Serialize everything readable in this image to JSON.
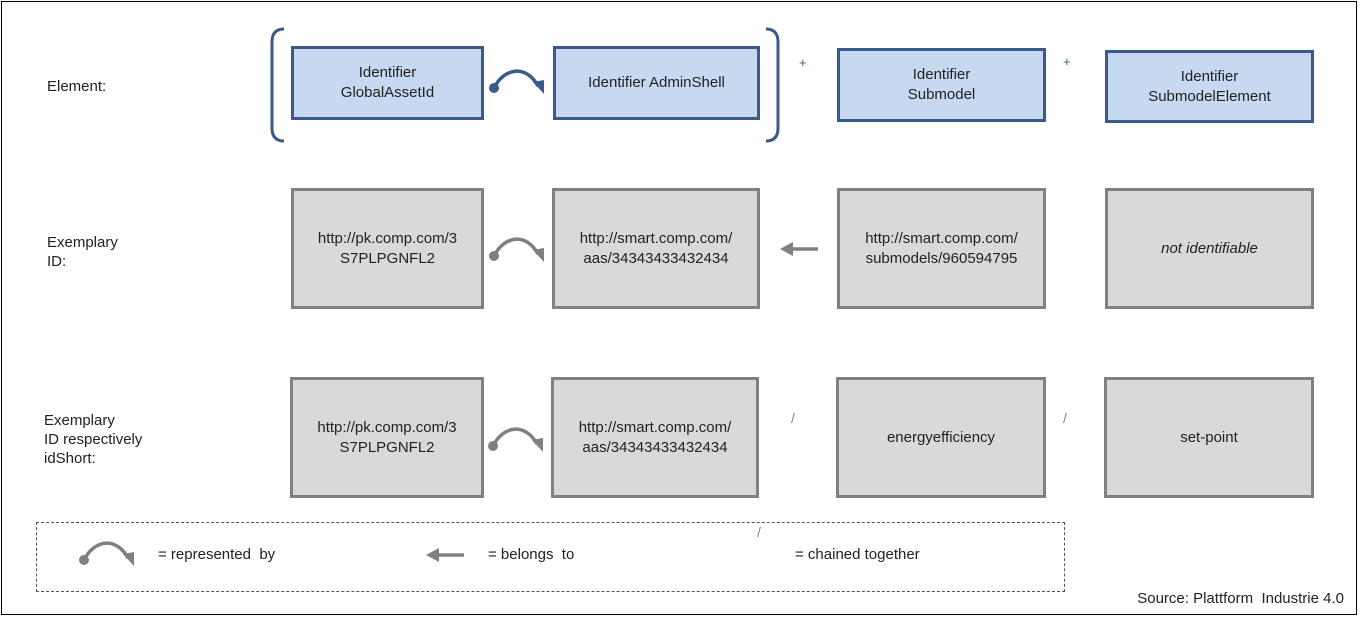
{
  "rows": {
    "element_label": "Element:",
    "exemplary_id_label": "Exemplary\nID:",
    "exemplary_short_label": "Exemplary\nID respectively\nidShort:"
  },
  "element_row": {
    "global_asset_id": "Identifier\nGlobalAssetId",
    "admin_shell": "Identifier AdminShell",
    "submodel": "Identifier\nSubmodel",
    "submodel_element": "Identifier\nSubmodelElement",
    "plus_1": "+",
    "plus_2": "+"
  },
  "id_row": {
    "asset": "http://pk.comp.com/3\nS7PLPGNFL2",
    "aas": "http://smart.comp.com/\naas/34343433432434",
    "submodel": "http://smart.comp.com/\nsubmodels/960594795",
    "element": "not identifiable"
  },
  "short_row": {
    "asset": "http://pk.comp.com/3\nS7PLPGNFL2",
    "aas": "http://smart.comp.com/\naas/34343433432434",
    "submodel": "energyefficiency",
    "element": "set-point",
    "slash_1": "/",
    "slash_2": "/"
  },
  "legend": {
    "represented_by": "= represented  by",
    "belongs_to": "= belongs  to",
    "chained_symbol": "/",
    "chained_together": "= chained together"
  },
  "source": "Source: Plattform  Industrie 4.0",
  "colors": {
    "blue_fill": "#c6d9f1",
    "blue_border": "#3a5a8c",
    "grey_fill": "#d9d9d9",
    "grey_border": "#808080"
  }
}
